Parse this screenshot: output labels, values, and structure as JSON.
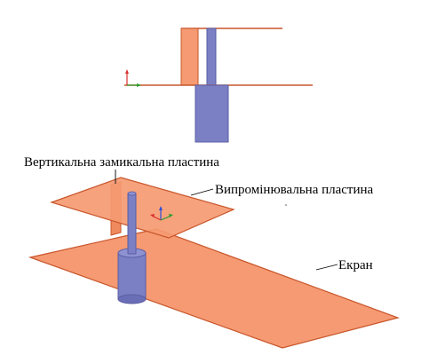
{
  "labels": {
    "vertical_plate": "Вертикальна замикальна пластина",
    "radiating_plate": "Випромінювальна пластина",
    "screen": "Екран"
  },
  "colors": {
    "plate_fill": "#f59a72",
    "plate_stroke": "#c8552a",
    "cylinder_fill": "#7b7fc4",
    "cylinder_dark": "#5a5ea3",
    "axis_x": "#2a9d2a",
    "axis_y": "#d83030",
    "axis_z": "#3050d8"
  }
}
